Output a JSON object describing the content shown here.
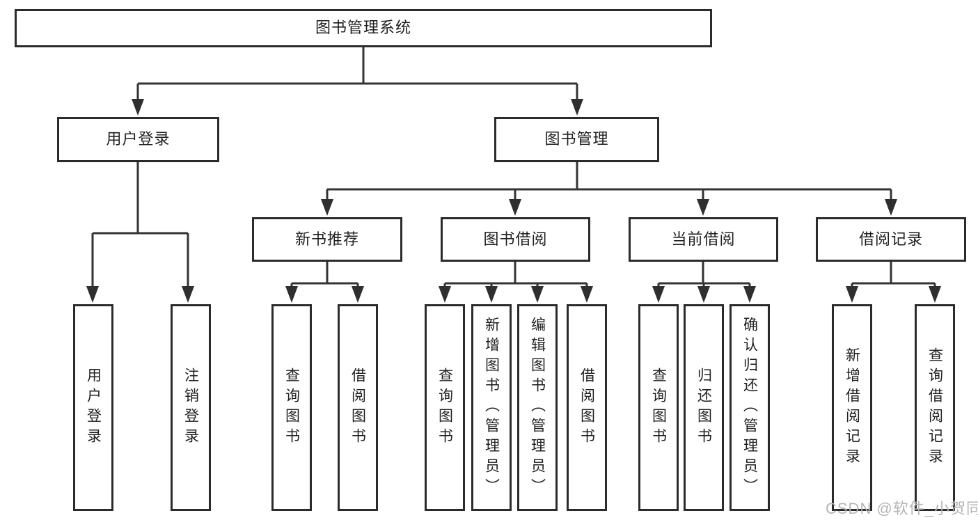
{
  "diagram": {
    "title": "图书管理系统",
    "watermark": "CSDN @软件_小贺同学",
    "colors": {
      "line": "#333333",
      "box_border": "#2b2b2b",
      "text": "#1f1f1f",
      "watermark": "#b5b5b5",
      "background": "#ffffff"
    },
    "nodes": {
      "root": "图书管理系统",
      "user_login": "用户登录",
      "book_mgmt": "图书管理",
      "new_book_rec": "新书推荐",
      "book_borrow": "图书借阅",
      "current_borrow": "当前借阅",
      "borrow_records": "借阅记录",
      "leaf_user_login": "用户登录",
      "leaf_logout": "注销登录",
      "leaf_query_book_rec": "查询图书",
      "leaf_borrow_book_rec": "借阅图书",
      "leaf_query_book_borrow": "查询图书",
      "leaf_add_book": "新增图书（管理员）",
      "leaf_edit_book": "编辑图书（管理员）",
      "leaf_borrow_book_borrow": "借阅图书",
      "leaf_query_book_current": "查询图书",
      "leaf_return_book": "归还图书",
      "leaf_confirm_return": "确认归还（管理员）",
      "leaf_add_record": "新增借阅记录",
      "leaf_query_record": "查询借阅记录"
    }
  }
}
